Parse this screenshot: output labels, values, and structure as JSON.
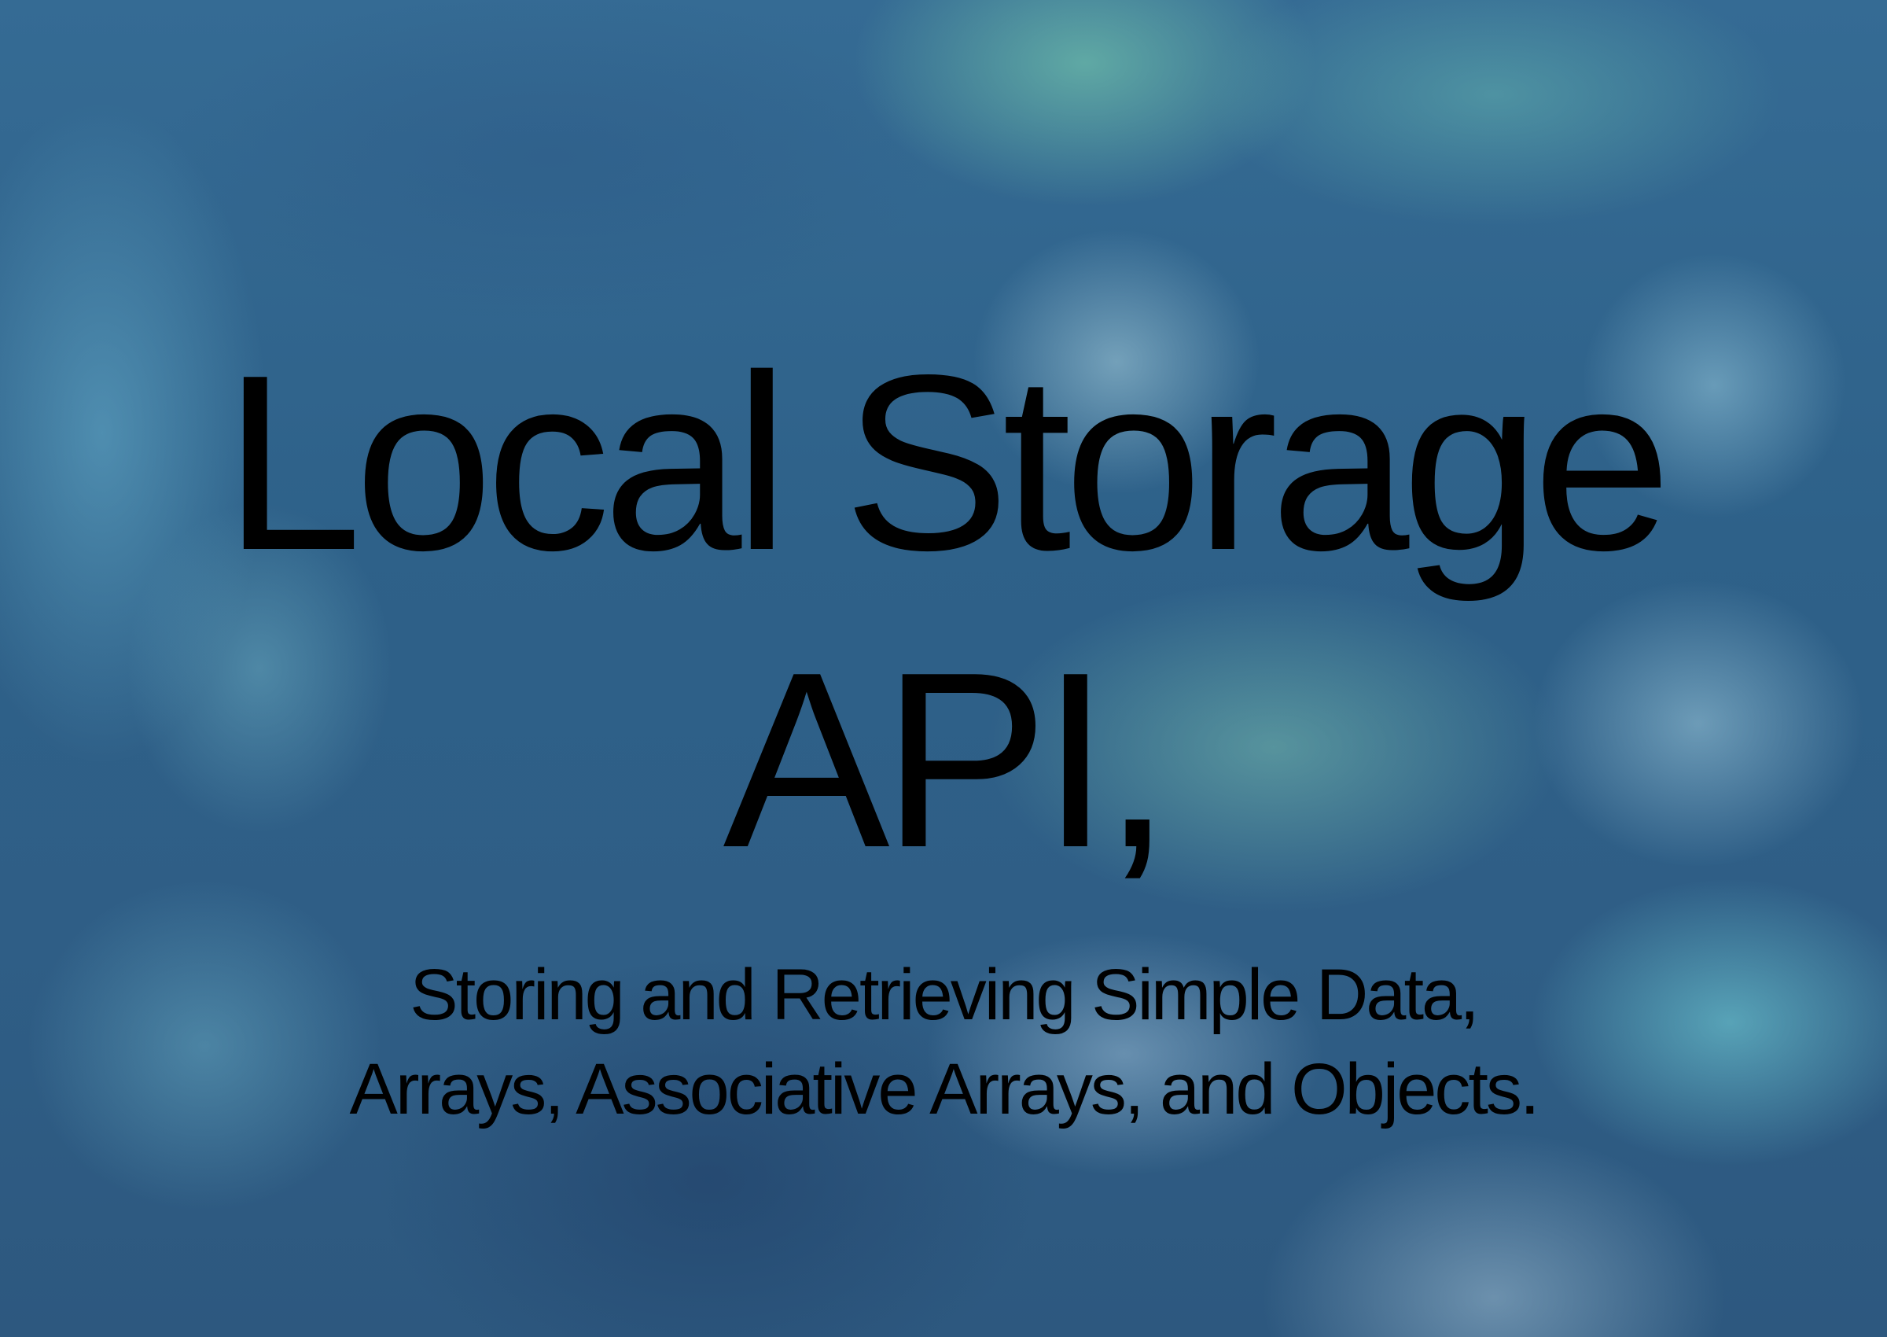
{
  "slide": {
    "title_lines": [
      "Local Storage",
      "API,"
    ],
    "subtitle_lines": [
      "Storing and Retrieving Simple Data,",
      "Arrays, Associative Arrays, and Objects."
    ],
    "colors": {
      "background": "#2f5d86",
      "accent_teal": "#6ebeaa",
      "text": "#000000"
    }
  }
}
